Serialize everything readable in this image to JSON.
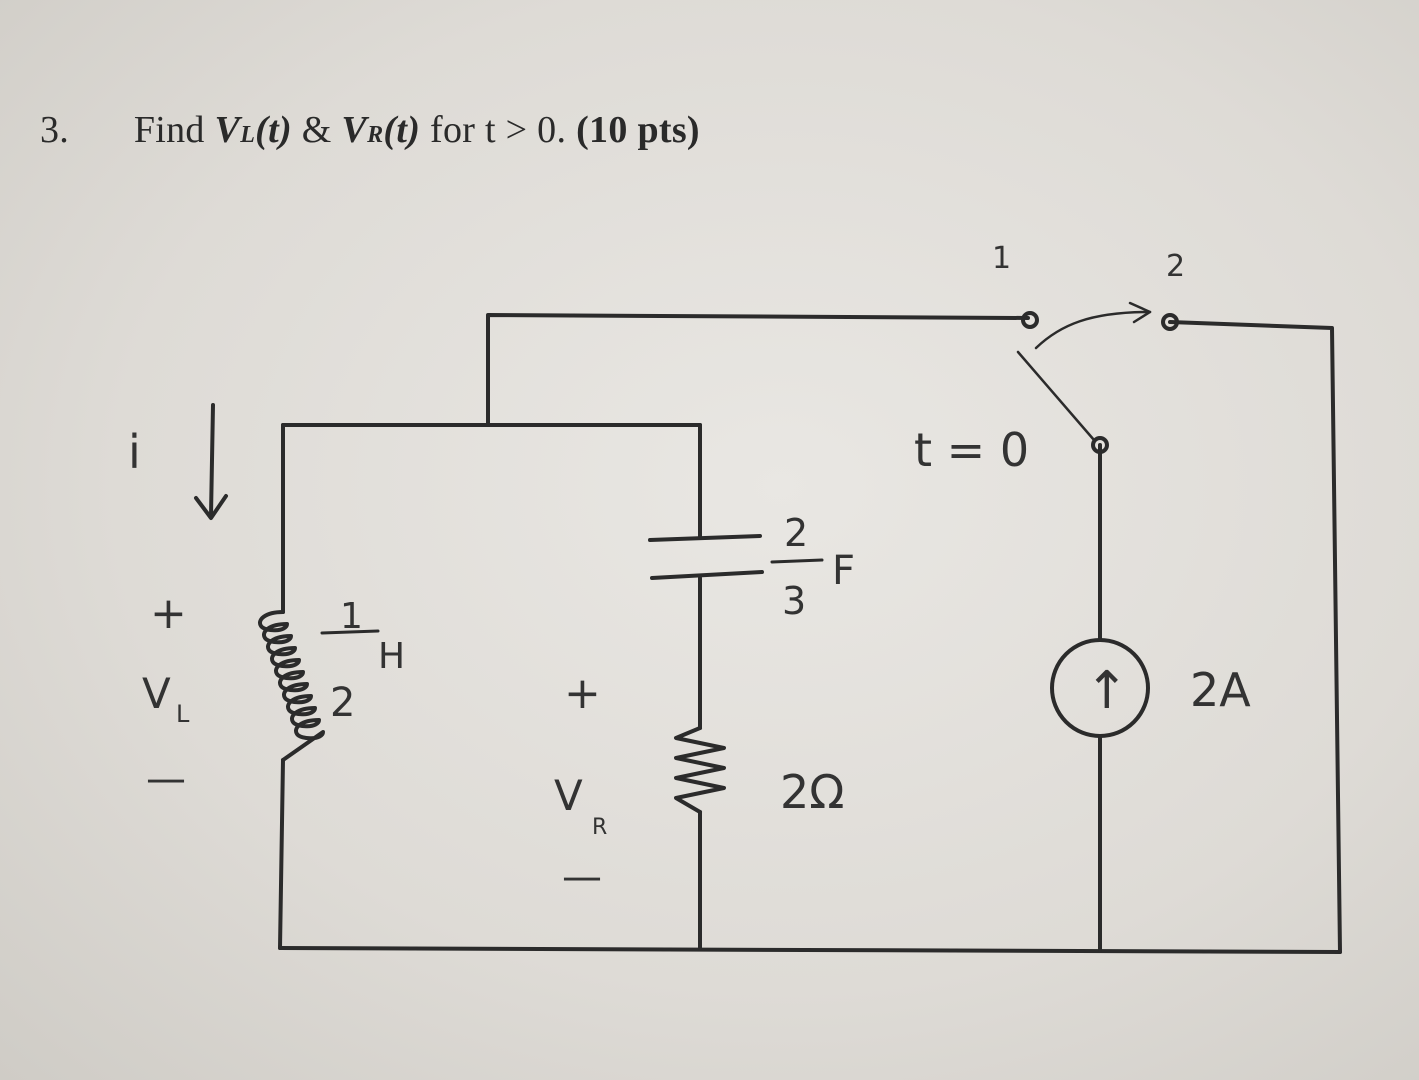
{
  "problem": {
    "number": "3.",
    "text_find": "Find",
    "v_l": "V",
    "v_l_sub": "L",
    "t_arg": "(t)",
    "amp": "&",
    "v_r": "V",
    "v_r_sub": "R",
    "t_arg2": "(t)",
    "condition": "for t > 0.",
    "points": "(10 pts)"
  },
  "circuit": {
    "current_label": "i",
    "vl_plus": "+",
    "vl_label": "V",
    "vl_sub": "L",
    "vl_minus": "—",
    "inductor_value_num": "1",
    "inductor_value_den": "2",
    "inductor_unit": "H",
    "capacitor_value_num": "2",
    "capacitor_value_den": "3",
    "capacitor_unit": "F",
    "vr_plus": "+",
    "vr_label": "V",
    "vr_sub": "R",
    "vr_minus": "—",
    "resistor_value": "2Ω",
    "switch_time": "t = 0",
    "switch_pos_1": "1",
    "switch_pos_2": "2",
    "source_value": "2A",
    "source_arrow": "↑"
  },
  "colors": {
    "ink": "#2b2b2b",
    "paper": "#e6e4e0"
  }
}
